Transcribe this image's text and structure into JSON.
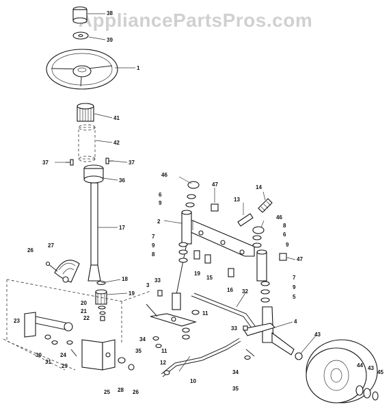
{
  "watermark": "AppliancePartsPros.com",
  "labels": {
    "l1": "1",
    "l2": "2",
    "l3": "3",
    "l4": "4",
    "l5": "5",
    "l6": "6",
    "l7": "7",
    "l8": "8",
    "l9": "9",
    "l10": "10",
    "l11": "11",
    "l12": "12",
    "l13": "13",
    "l14": "14",
    "l15": "15",
    "l16": "16",
    "l17": "17",
    "l18": "18",
    "l19": "19",
    "l20": "20",
    "l21": "21",
    "l22": "22",
    "l23": "23",
    "l24": "24",
    "l25": "25",
    "l26": "26",
    "l27": "27",
    "l28": "28",
    "l29": "29",
    "l30": "30",
    "l31": "31",
    "l32": "32",
    "l33": "33",
    "l34": "34",
    "l35": "35",
    "l36": "36",
    "l37": "37",
    "l38": "38",
    "l39": "39",
    "l41": "41",
    "l42": "42",
    "l43": "43",
    "l44": "44",
    "l45": "45",
    "l46": "46",
    "l47": "47"
  }
}
